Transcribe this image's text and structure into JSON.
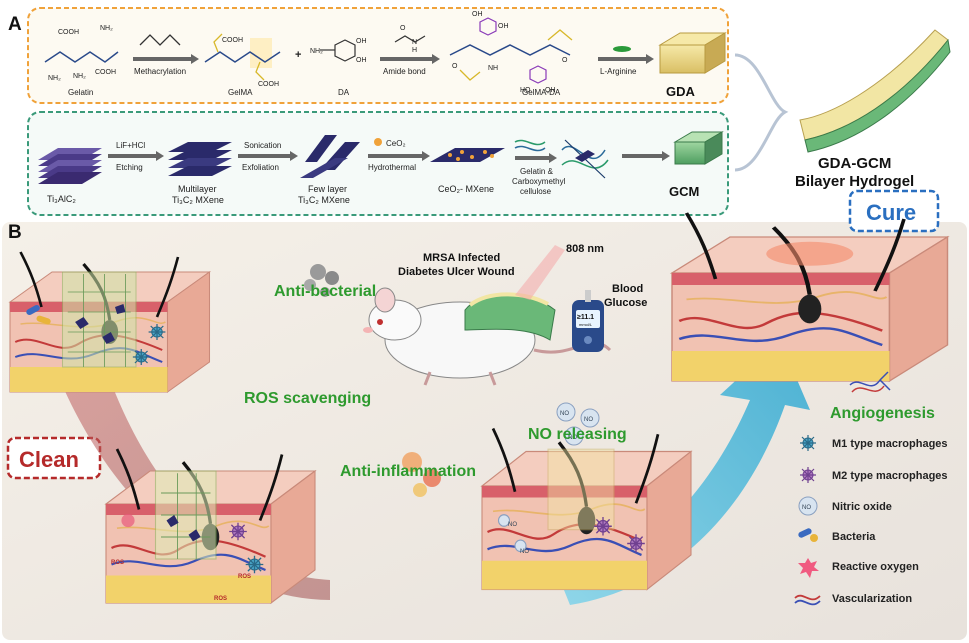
{
  "panel_a": {
    "label": "A",
    "row1": {
      "gelatin": "Gelatin",
      "methacrylation": "Methacrylation",
      "gelma": "GelMA",
      "da": "DA",
      "amide": "Amide bond",
      "gelma_da": "GelMA-DA",
      "arginine": "L-Arginine",
      "gda": "GDA",
      "chem_cooh": "COOH",
      "chem_nh2": "NH₂",
      "chem_oh": "OH",
      "chem_o": "O",
      "chem_h": "H",
      "chem_n": "N",
      "chem_nh": "NH",
      "chem_ho": "HO"
    },
    "row2": {
      "ti3alc2": "Ti₃AlC₂",
      "lif": "LiF+HCl",
      "etching": "Etching",
      "multilayer_1": "Multilayer",
      "multilayer_2": "Ti₃C₂ MXene",
      "sonication": "Sonication",
      "exfoliation": "Exfoliation",
      "few_1": "Few layer",
      "few_2": "Ti₃C₂ MXene",
      "ceo2": "CeO₂",
      "hydrothermal": "Hydrothermal",
      "ceo2_mxene": "CeO₂- MXene",
      "gelatin_cmc_1": "Gelatin &",
      "gelatin_cmc_2": "Carboxymethyl",
      "gelatin_cmc_3": "cellulose",
      "gcm": "GCM"
    },
    "product_1": "GDA-GCM",
    "product_2": "Bilayer Hydrogel"
  },
  "panel_b": {
    "label": "B",
    "cure": "Cure",
    "clean": "Clean",
    "mrsa_1": "MRSA Infected",
    "mrsa_2": "Diabetes Ulcer Wound",
    "nm": "808 nm",
    "blood_1": "Blood",
    "blood_2": "Glucose",
    "glucose_reading": "≥11.1",
    "glucose_unit": "mmol/L",
    "antibacterial": "Anti-bacterial",
    "ros_scav": "ROS scavenging",
    "anti_inflam": "Anti-inflammation",
    "no_releasing": "NO releasing",
    "angiogenesis": "Angiogenesis",
    "ros_tag": "ROS",
    "no_tag": "NO"
  },
  "legend": [
    {
      "label": "M1 type macrophages",
      "icon": "m1-macrophage-icon"
    },
    {
      "label": "M2 type macrophages",
      "icon": "m2-macrophage-icon"
    },
    {
      "label": "Nitric oxide",
      "icon": "nitric-oxide-icon"
    },
    {
      "label": "Bacteria",
      "icon": "bacteria-icon"
    },
    {
      "label": "Reactive oxygen",
      "icon": "reactive-oxygen-icon"
    },
    {
      "label": "Vascularization",
      "icon": "vascularization-icon"
    }
  ],
  "colors": {
    "orange_border": "#f0a23a",
    "teal_border": "#3a9a7a",
    "green_text": "#2e9a2e",
    "blue_cure": "#2a6fc0",
    "red_clean": "#b52a2a",
    "arrow_blue": "#3ab8d8",
    "arrow_red": "#b04848"
  }
}
